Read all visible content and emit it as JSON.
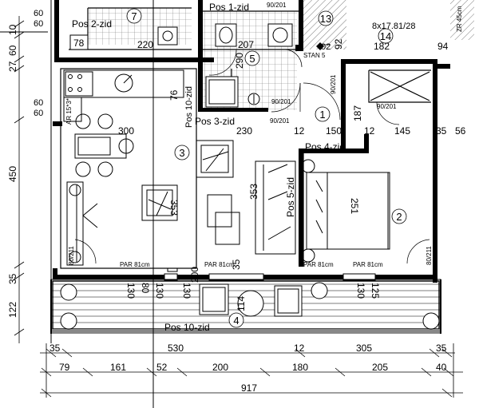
{
  "room_labels": {
    "r1": "1",
    "r2": "2",
    "r3": "3",
    "r4": "4",
    "r5": "5",
    "r7": "7",
    "r13": "13",
    "r14": "14"
  },
  "pos_labels": {
    "pos1": "Pos 1-zid",
    "pos2": "Pos 2-zid",
    "pos3": "Pos 3-zid",
    "pos4": "Pos 4-zid",
    "pos5": "Pos 5-zid",
    "pos10": "Pos 10-zid",
    "pos_vertical": "Pos 10-zid"
  },
  "door_labels": {
    "d_90_201_top": "90/201",
    "d_90_201_bath": "90/201",
    "d_90_201_hall": "90/201",
    "d_90_201_right": "90/201",
    "d_90_201_vert": "90/201",
    "d_80_211_left": "80/211",
    "d_80_211_right": "80/211",
    "d_par_1": "PAR 81cm",
    "d_par_2": "PAR 81cm",
    "d_par_3": "PAR 81cm",
    "d_par_4": "PAR 81cm",
    "ar": "AR 15*3*",
    "stan": "STAN 5",
    "stair": "8x17.81/28",
    "stair_vert": "ZR 45cm",
    "pos_1_tick": "02"
  },
  "inner_dims": {
    "d78": "78",
    "d220": "220",
    "d207": "207",
    "d182": "182",
    "d94": "94",
    "d290": "290",
    "d300": "300",
    "d230": "230",
    "d12a": "12",
    "d150": "150",
    "d12b": "12",
    "d145": "145",
    "d35a": "35",
    "d56": "56",
    "d353a": "353",
    "d353b": "353",
    "d251": "251",
    "d187": "187",
    "d76": "76",
    "d92": "92",
    "d80": "80",
    "d130a": "130",
    "d130b": "130",
    "d200v": "200",
    "d130c": "130",
    "d35v": "35",
    "d114": "114",
    "d125": "125",
    "d130d": "130"
  },
  "left_dims": {
    "l10": "10",
    "l60a": "60",
    "l27": "27",
    "l60b": "60",
    "l60c": "60",
    "l60d": "60",
    "l450": "450",
    "l35": "35",
    "l122": "122"
  },
  "bottom_dims": {
    "row1": [
      "35",
      "530",
      "12",
      "305",
      "35"
    ],
    "row2": [
      "79",
      "161",
      "52",
      "200",
      "180",
      "205",
      "40"
    ],
    "total": "917"
  }
}
